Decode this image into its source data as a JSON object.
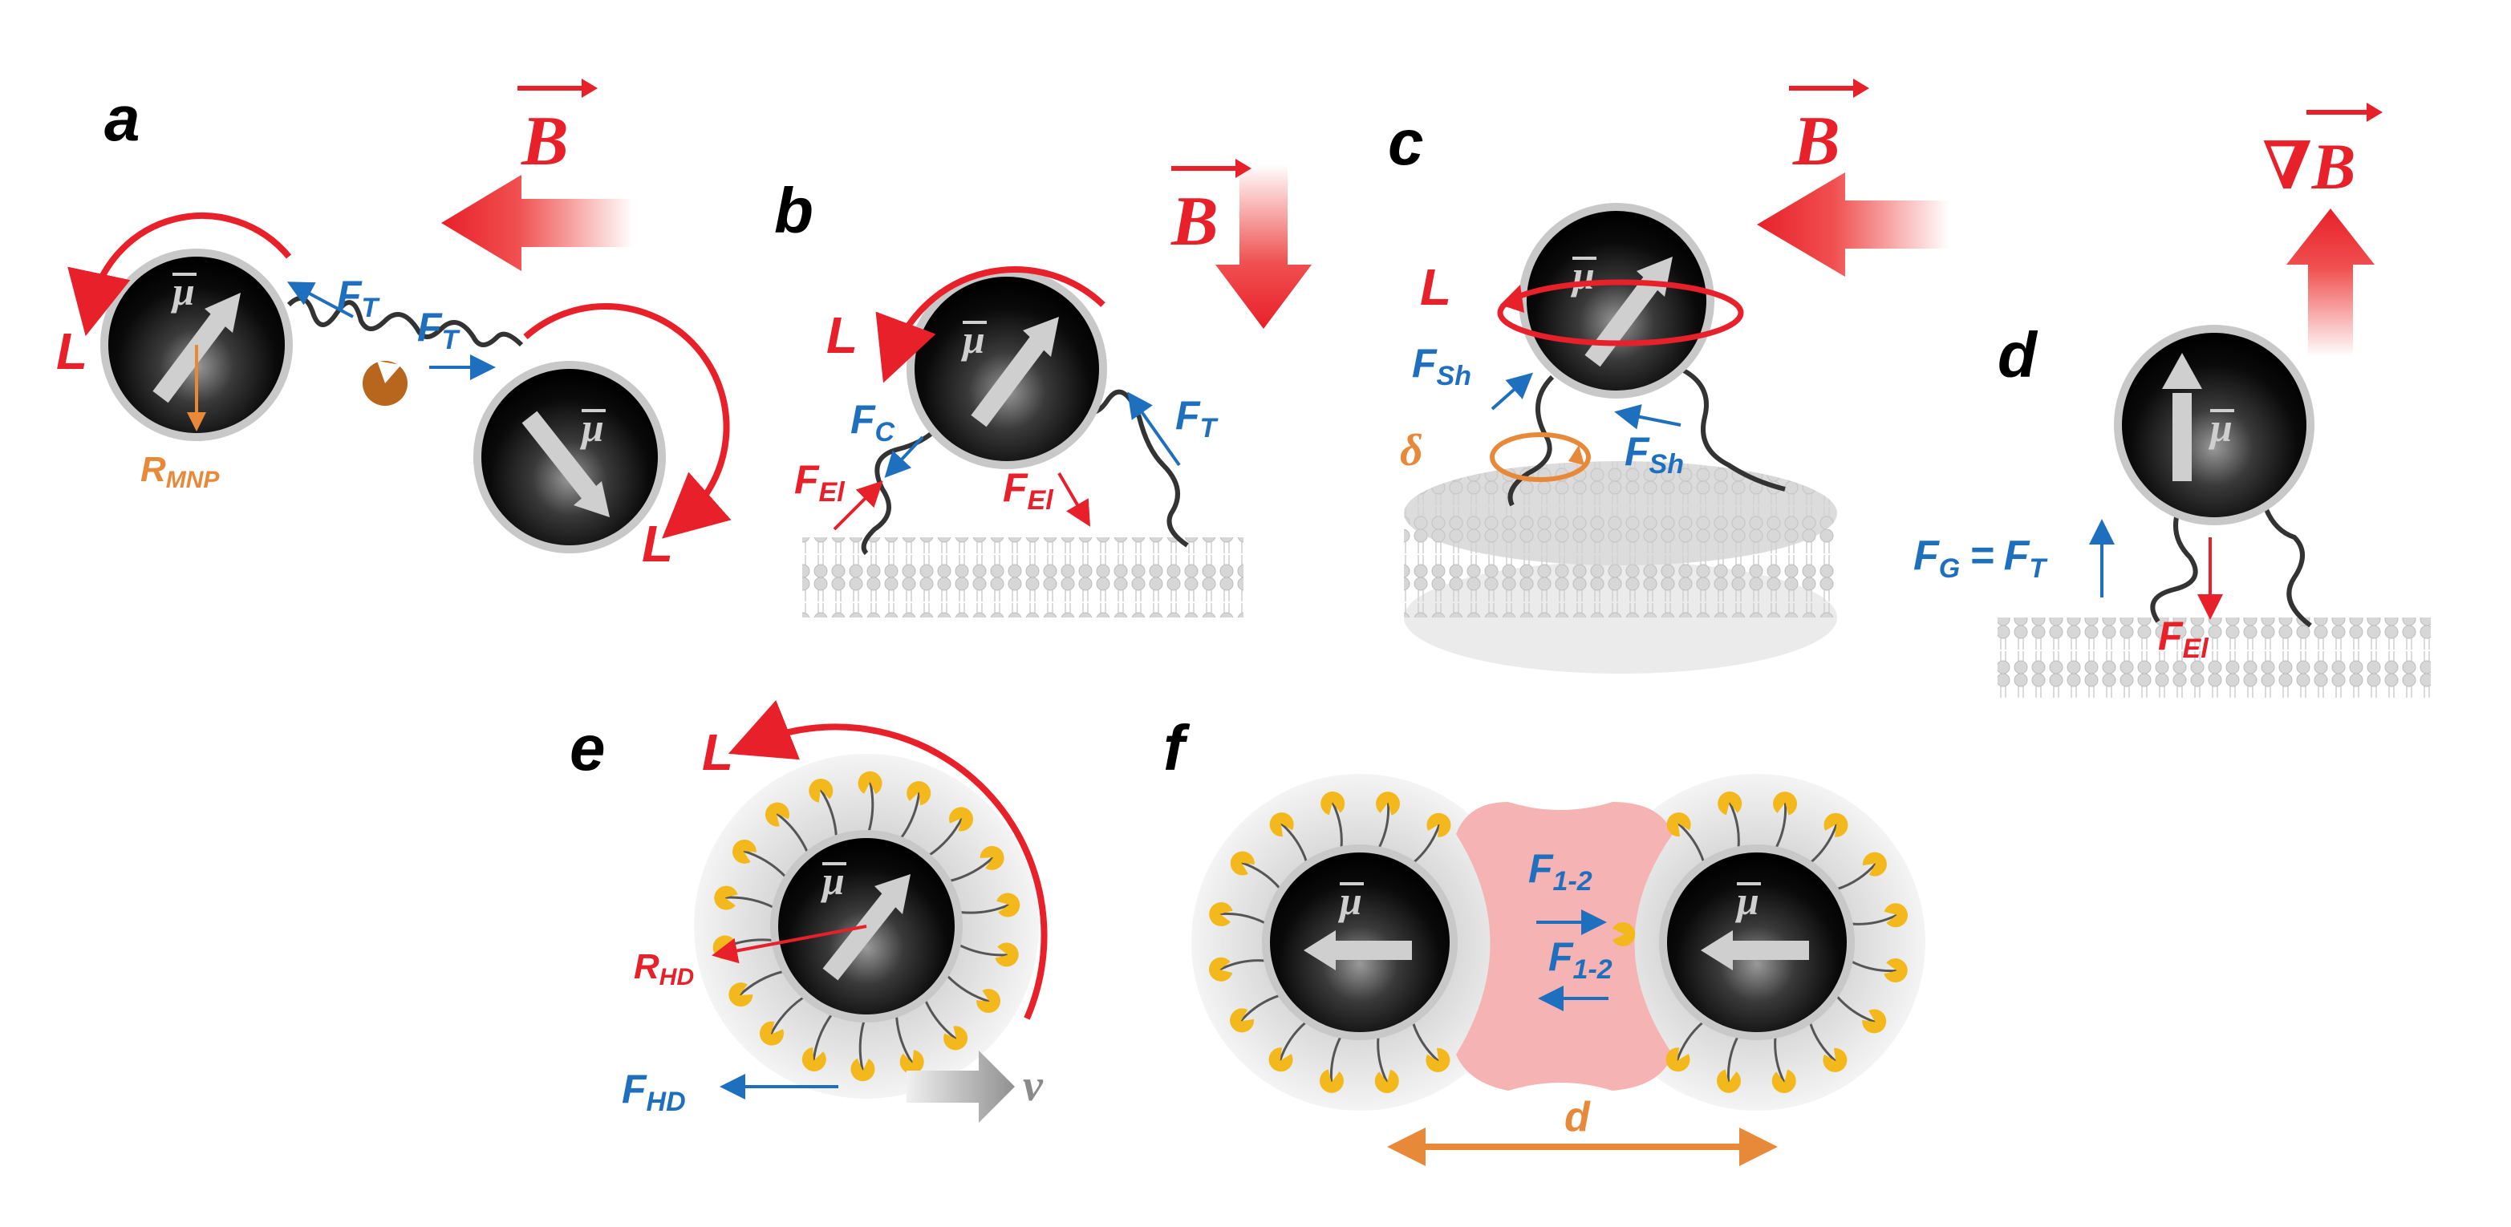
{
  "colors": {
    "red": "#e8202a",
    "red_light": "#f06a6a",
    "blue": "#1f6fbf",
    "orange": "#e8893a",
    "pink_region": "#f5b3b3",
    "ligand_yellow": "#f2b81c",
    "particle_dark": "#111111",
    "halo_gray": "#e8e8e8"
  },
  "labels": {
    "panel_a": "a",
    "panel_b": "b",
    "panel_c": "c",
    "panel_d": "d",
    "panel_e": "e",
    "panel_f": "f",
    "mu": "μ",
    "B": "B",
    "gradB": "∇B",
    "L": "L",
    "F": "F",
    "sub_T": "T",
    "sub_C": "C",
    "sub_El": "El",
    "sub_Sh": "Sh",
    "sub_G": "G",
    "sub_HD": "HD",
    "sub_12": "1-2",
    "equals": "=",
    "R": "R",
    "sub_MNP": "MNP",
    "delta": "δ",
    "v": "v",
    "d": "d"
  }
}
